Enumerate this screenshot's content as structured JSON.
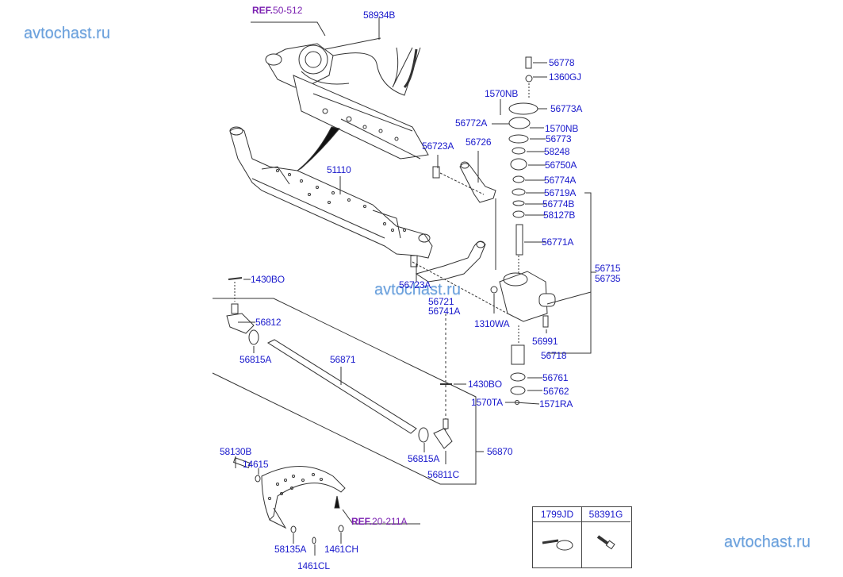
{
  "watermarks": [
    "avtochast.ru",
    "avtochast.ru",
    "avtochast.ru"
  ],
  "references": [
    {
      "prefix": "REF.",
      "code": "50-512"
    },
    {
      "prefix": "REF.",
      "code": "20-211A"
    }
  ],
  "parts": {
    "p58934B": "58934B",
    "p56778": "56778",
    "p1360GJ": "1360GJ",
    "p1570NB_a": "1570NB",
    "p56773A": "56773A",
    "p56772A": "56772A",
    "p1570NB_b": "1570NB",
    "p56773": "56773",
    "p56723A_a": "56723A",
    "p56726": "56726",
    "p58248": "58248",
    "p56750A": "56750A",
    "p56774A": "56774A",
    "p56719A": "56719A",
    "p56774B": "56774B",
    "p58127B": "58127B",
    "p51110": "51110",
    "p56771A": "56771A",
    "p56715": "56715",
    "p56735": "56735",
    "p1430BO_a": "1430BO",
    "p56723A_b": "56723A",
    "p56721": "56721",
    "p56741A": "56741A",
    "p1310WA": "1310WA",
    "p56812": "56812",
    "p56991": "56991",
    "p56718": "56718",
    "p56815A_a": "56815A",
    "p56871": "56871",
    "p56761": "56761",
    "p1430BO_b": "1430BO",
    "p56762": "56762",
    "p1570TA": "1570TA",
    "p1571RA": "1571RA",
    "p56815A_b": "56815A",
    "p56870": "56870",
    "p56811C": "56811C",
    "p58130B": "58130B",
    "p14615": "14615",
    "p58135A": "58135A",
    "p1461CH": "1461CH",
    "p1461CL": "1461CL"
  },
  "accessory_table": {
    "columns": [
      {
        "part": "1799JD",
        "icon": "cable-tie-icon"
      },
      {
        "part": "58391G",
        "icon": "bolt-icon"
      }
    ]
  }
}
